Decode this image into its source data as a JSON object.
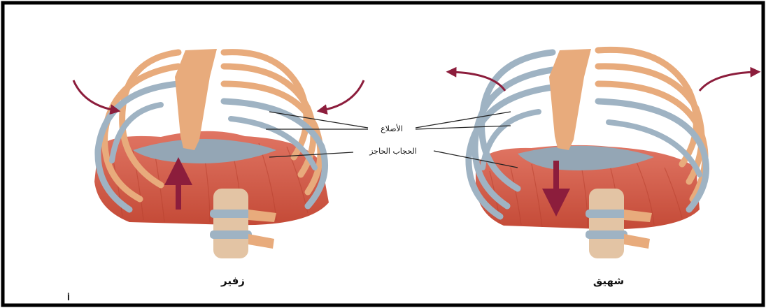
{
  "labels": {
    "ribs": "الأضلاع",
    "diaphragm": "الحجاب الحاجز",
    "exhale": "زفير",
    "inhale": "شهيق",
    "corner_mark": "أ"
  },
  "colors": {
    "bone": "#e8ab7c",
    "bone_dark": "#d48e5e",
    "cartilage": "#9fb3c3",
    "muscle": "#d95c4a",
    "muscle_dark": "#b8412f",
    "arrow": "#8c1d3c",
    "frame": "#000000"
  },
  "icons": [
    "curved-arrow-in",
    "curved-arrow-out",
    "arrow-up",
    "arrow-down"
  ]
}
